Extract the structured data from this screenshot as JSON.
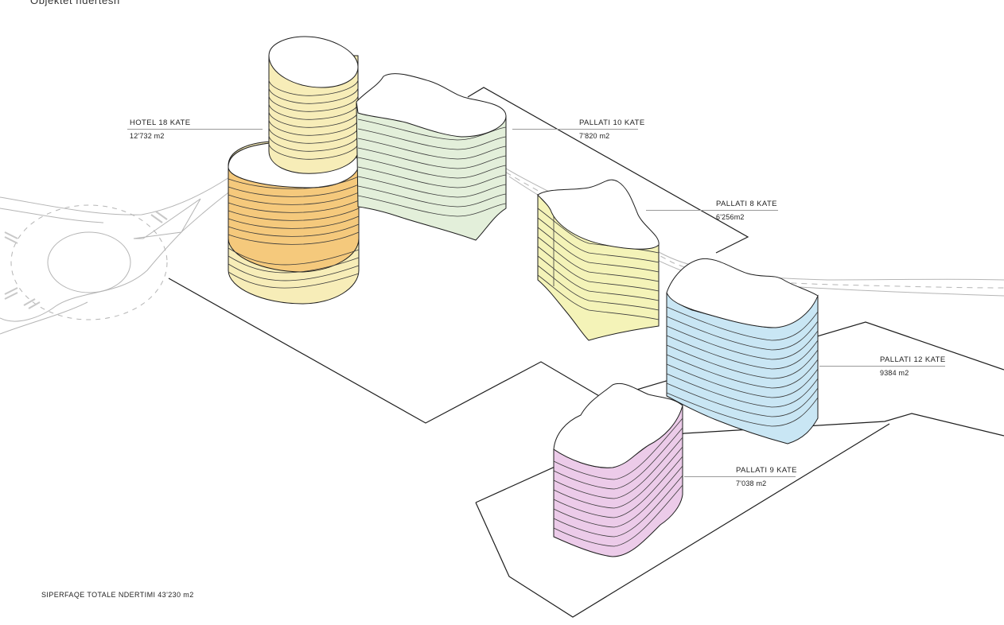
{
  "page_title": "Objektet ndertesh",
  "buildings": [
    {
      "id": "hotel",
      "name": "HOTEL 18 KATE",
      "area": "12'732 m2",
      "fill": "#f7edb8",
      "fill_accent": "#f5c97c"
    },
    {
      "id": "p10",
      "name": "PALLATI 10 KATE",
      "area": "7'820 m2",
      "fill": "#e3efda"
    },
    {
      "id": "p8",
      "name": "PALLATI  8 KATE",
      "area": "6'256m2",
      "fill": "#f4f3b8"
    },
    {
      "id": "p12",
      "name": "PALLATI  12 KATE",
      "area": "9384 m2",
      "fill": "#c9e6f4"
    },
    {
      "id": "p9",
      "name": "PALLATI  9 KATE",
      "area": "7'038 m2",
      "fill": "#eccbe9"
    }
  ],
  "total": {
    "label": "SIPERFAQE TOTALE NDERTIMI 43'230 m2"
  },
  "colors": {
    "line": "#1e1e1e",
    "road": "#b5b5b5",
    "leader": "#9a9a9a"
  }
}
